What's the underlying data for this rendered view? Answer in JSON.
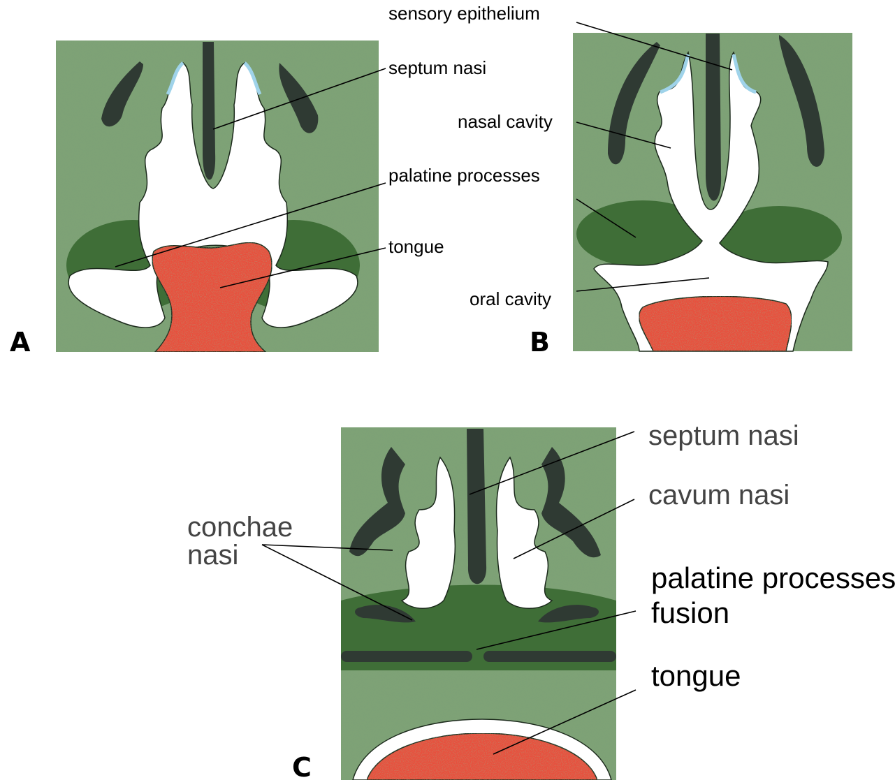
{
  "panels": {
    "a": {
      "letter": "A"
    },
    "b": {
      "letter": "B"
    },
    "c": {
      "letter": "C"
    }
  },
  "labels": {
    "a": {
      "septum": "septum nasi",
      "palatine": "palatine processes",
      "tongue": "tongue"
    },
    "b": {
      "sensory": "sensory epithelium",
      "nasal_cavity": "nasal cavity",
      "oral_cavity": "oral cavity"
    },
    "c": {
      "septum": "septum nasi",
      "cavum": "cavum nasi",
      "conchae_line1": "conchae",
      "conchae_line2": "nasi",
      "fusion_line1": "palatine processes",
      "fusion_line2": "fusion",
      "tongue": "tongue"
    }
  },
  "colors": {
    "mesenchyme": "#7ea276",
    "palatine_shelf": "#3f6e37",
    "cartilage": "#2f3a33",
    "tongue": "#e8503c",
    "epithelium": "#9fd3ea",
    "cavity": "#ffffff"
  }
}
